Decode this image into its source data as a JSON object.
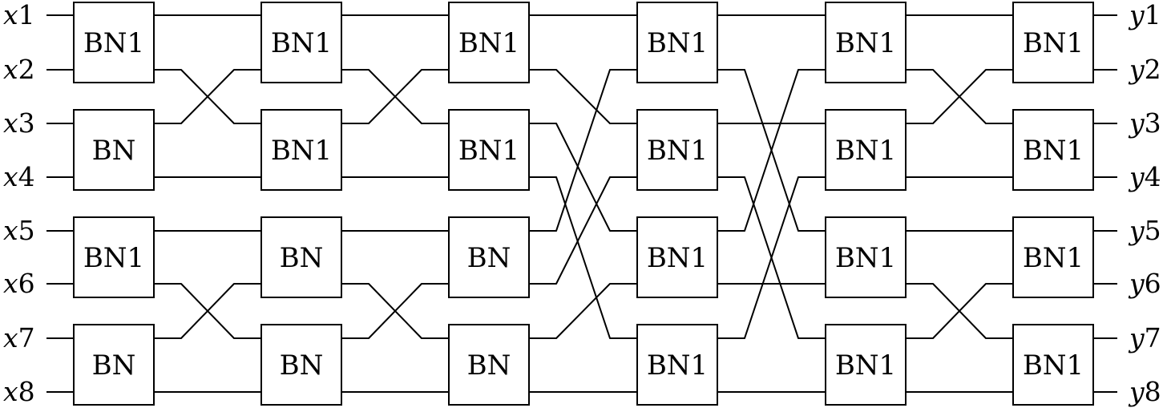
{
  "inputs": [
    "x1",
    "x2",
    "x3",
    "x4",
    "x5",
    "x6",
    "x7",
    "x8"
  ],
  "outputs": [
    "y1",
    "y2",
    "y3",
    "y4",
    "y5",
    "y6",
    "y7",
    "y8"
  ],
  "stages": [
    [
      "BN1",
      "BN",
      "BN1",
      "BN"
    ],
    [
      "BN1",
      "BN1",
      "BN",
      "BN"
    ],
    [
      "BN1",
      "BN1",
      "BN",
      "BN"
    ],
    [
      "BN1",
      "BN1",
      "BN1",
      "BN1"
    ],
    [
      "BN1",
      "BN1",
      "BN1",
      "BN1"
    ],
    [
      "BN1",
      "BN1",
      "BN1",
      "BN1"
    ]
  ],
  "connections": [
    [
      [
        0,
        0
      ],
      [
        1,
        2
      ],
      [
        2,
        1
      ],
      [
        3,
        3
      ],
      [
        4,
        4
      ],
      [
        5,
        6
      ],
      [
        6,
        5
      ],
      [
        7,
        7
      ]
    ],
    [
      [
        0,
        0
      ],
      [
        1,
        2
      ],
      [
        2,
        1
      ],
      [
        3,
        3
      ],
      [
        4,
        4
      ],
      [
        5,
        6
      ],
      [
        6,
        5
      ],
      [
        7,
        7
      ]
    ],
    [
      [
        0,
        0
      ],
      [
        1,
        2
      ],
      [
        2,
        4
      ],
      [
        3,
        6
      ],
      [
        4,
        1
      ],
      [
        5,
        3
      ],
      [
        6,
        5
      ],
      [
        7,
        7
      ]
    ],
    [
      [
        0,
        0
      ],
      [
        1,
        4
      ],
      [
        2,
        2
      ],
      [
        3,
        6
      ],
      [
        4,
        1
      ],
      [
        5,
        5
      ],
      [
        6,
        3
      ],
      [
        7,
        7
      ]
    ],
    [
      [
        0,
        0
      ],
      [
        1,
        2
      ],
      [
        2,
        1
      ],
      [
        3,
        3
      ],
      [
        4,
        4
      ],
      [
        5,
        6
      ],
      [
        6,
        5
      ],
      [
        7,
        7
      ]
    ]
  ]
}
